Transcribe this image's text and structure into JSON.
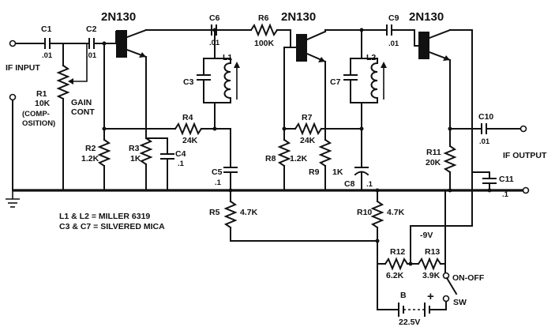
{
  "transistors": [
    {
      "id": "Q1",
      "type": "2N130"
    },
    {
      "id": "Q2",
      "type": "2N130"
    },
    {
      "id": "Q3",
      "type": "2N130"
    }
  ],
  "io": {
    "input": "IF INPUT",
    "output": "IF OUTPUT"
  },
  "components": {
    "c1": {
      "ref": "C1",
      "value": ".01"
    },
    "c2": {
      "ref": "C2",
      "value": ".01"
    },
    "r1": {
      "ref": "R1",
      "value": "10K",
      "note1": "(COMP-",
      "note2": "OSITION)",
      "function1": "GAIN",
      "function2": "CONT"
    },
    "r2": {
      "ref": "R2",
      "value": "1.2K"
    },
    "r3": {
      "ref": "R3",
      "value": "1K"
    },
    "c4": {
      "ref": "C4",
      "value": ".1"
    },
    "c3": {
      "ref": "C3"
    },
    "l1": {
      "ref": "L1"
    },
    "c6": {
      "ref": "C6",
      "value": ".01"
    },
    "r6": {
      "ref": "R6",
      "value": "100K"
    },
    "r4": {
      "ref": "R4",
      "value": "24K"
    },
    "c5": {
      "ref": "C5",
      "value": ".1"
    },
    "r5": {
      "ref": "R5",
      "value": "4.7K"
    },
    "c7": {
      "ref": "C7"
    },
    "l2": {
      "ref": "L2"
    },
    "r7": {
      "ref": "R7",
      "value": "24K"
    },
    "r8": {
      "ref": "R8",
      "value": "1.2K"
    },
    "r9": {
      "ref": "R9",
      "value": "1K"
    },
    "c8": {
      "ref": "C8",
      "value": ".1"
    },
    "r10": {
      "ref": "R10",
      "value": "4.7K"
    },
    "c9": {
      "ref": "C9",
      "value": ".01"
    },
    "c10": {
      "ref": "C10",
      "value": ".01"
    },
    "r11": {
      "ref": "R11",
      "value": "20K"
    },
    "c11": {
      "ref": "C11",
      "value": ".1"
    },
    "r12": {
      "ref": "R12",
      "value": "6.2K"
    },
    "r13": {
      "ref": "R13",
      "value": "3.9K"
    },
    "battery": {
      "ref": "B",
      "value": "22.5V",
      "plus": "+"
    },
    "switch": {
      "ref": "SW",
      "function": "ON-OFF"
    }
  },
  "supply_label": "-9V",
  "notes": [
    "L1 & L2 = MILLER 6319",
    "C3 & C7 = SILVERED MICA"
  ]
}
